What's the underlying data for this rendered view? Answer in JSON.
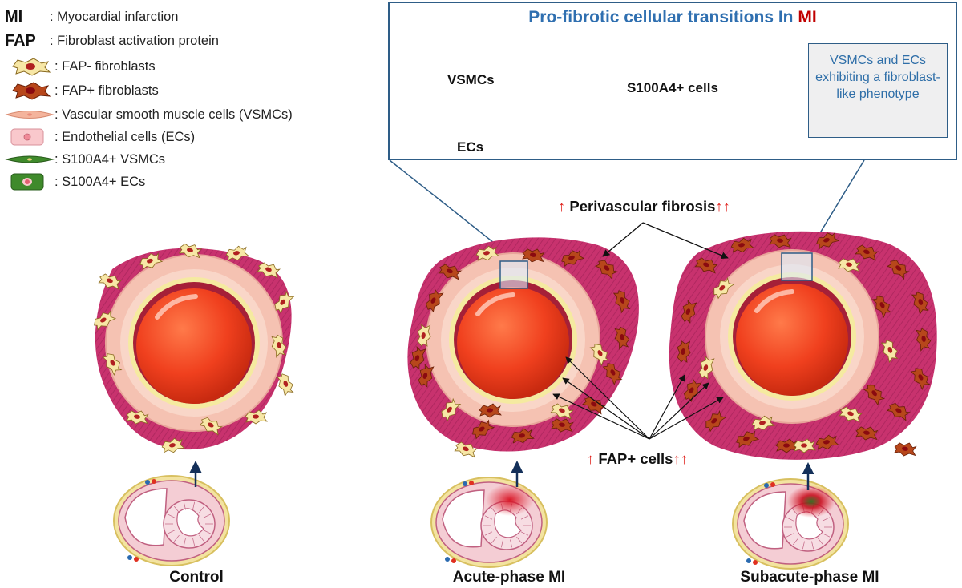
{
  "legend": {
    "abbreviations": [
      {
        "abbr": "MI",
        "text": ": Myocardial infarction"
      },
      {
        "abbr": "FAP",
        "text": ": Fibroblast activation protein"
      }
    ],
    "items": [
      {
        "icon": "fap-negative-fibroblast-icon",
        "text": ": FAP- fibroblasts"
      },
      {
        "icon": "fap-positive-fibroblast-icon",
        "text": ": FAP+ fibroblasts"
      },
      {
        "icon": "vsmc-icon",
        "text": ": Vascular smooth muscle cells (VSMCs)"
      },
      {
        "icon": "endothelial-cell-icon",
        "text": ": Endothelial cells (ECs)"
      },
      {
        "icon": "s100a4-vsmc-icon",
        "text": ": S100A4+ VSMCs"
      },
      {
        "icon": "s100a4-ec-icon",
        "text": ": S100A4+ ECs"
      }
    ]
  },
  "inset": {
    "title_main": "Pro-fibrotic cellular transitions In ",
    "title_highlight": "MI",
    "vsmcs_label": "VSMCs",
    "s100a4_label": "S100A4+ cells",
    "ecs_label": "ECs",
    "note": "VSMCs and ECs exhibiting a fibroblast-like phenotype"
  },
  "annotations": {
    "perivascular": "Perivascular fibrosis",
    "fap_cells": "FAP+ cells"
  },
  "panels": {
    "control": "Control",
    "acute": "Acute-phase MI",
    "subacute": "Subacute-phase MI"
  },
  "colors": {
    "fibrosis": "#c8326e",
    "vessel_lumen": "#f0401e",
    "media": "#f5c7b6",
    "fap_positive": "#b7471b",
    "fap_negative": "#f7e7a6",
    "s100a4": "#3f8a2b",
    "inset_border": "#2e5d87",
    "title_blue": "#2f6fb0",
    "up_arrow": "#e0201b"
  }
}
